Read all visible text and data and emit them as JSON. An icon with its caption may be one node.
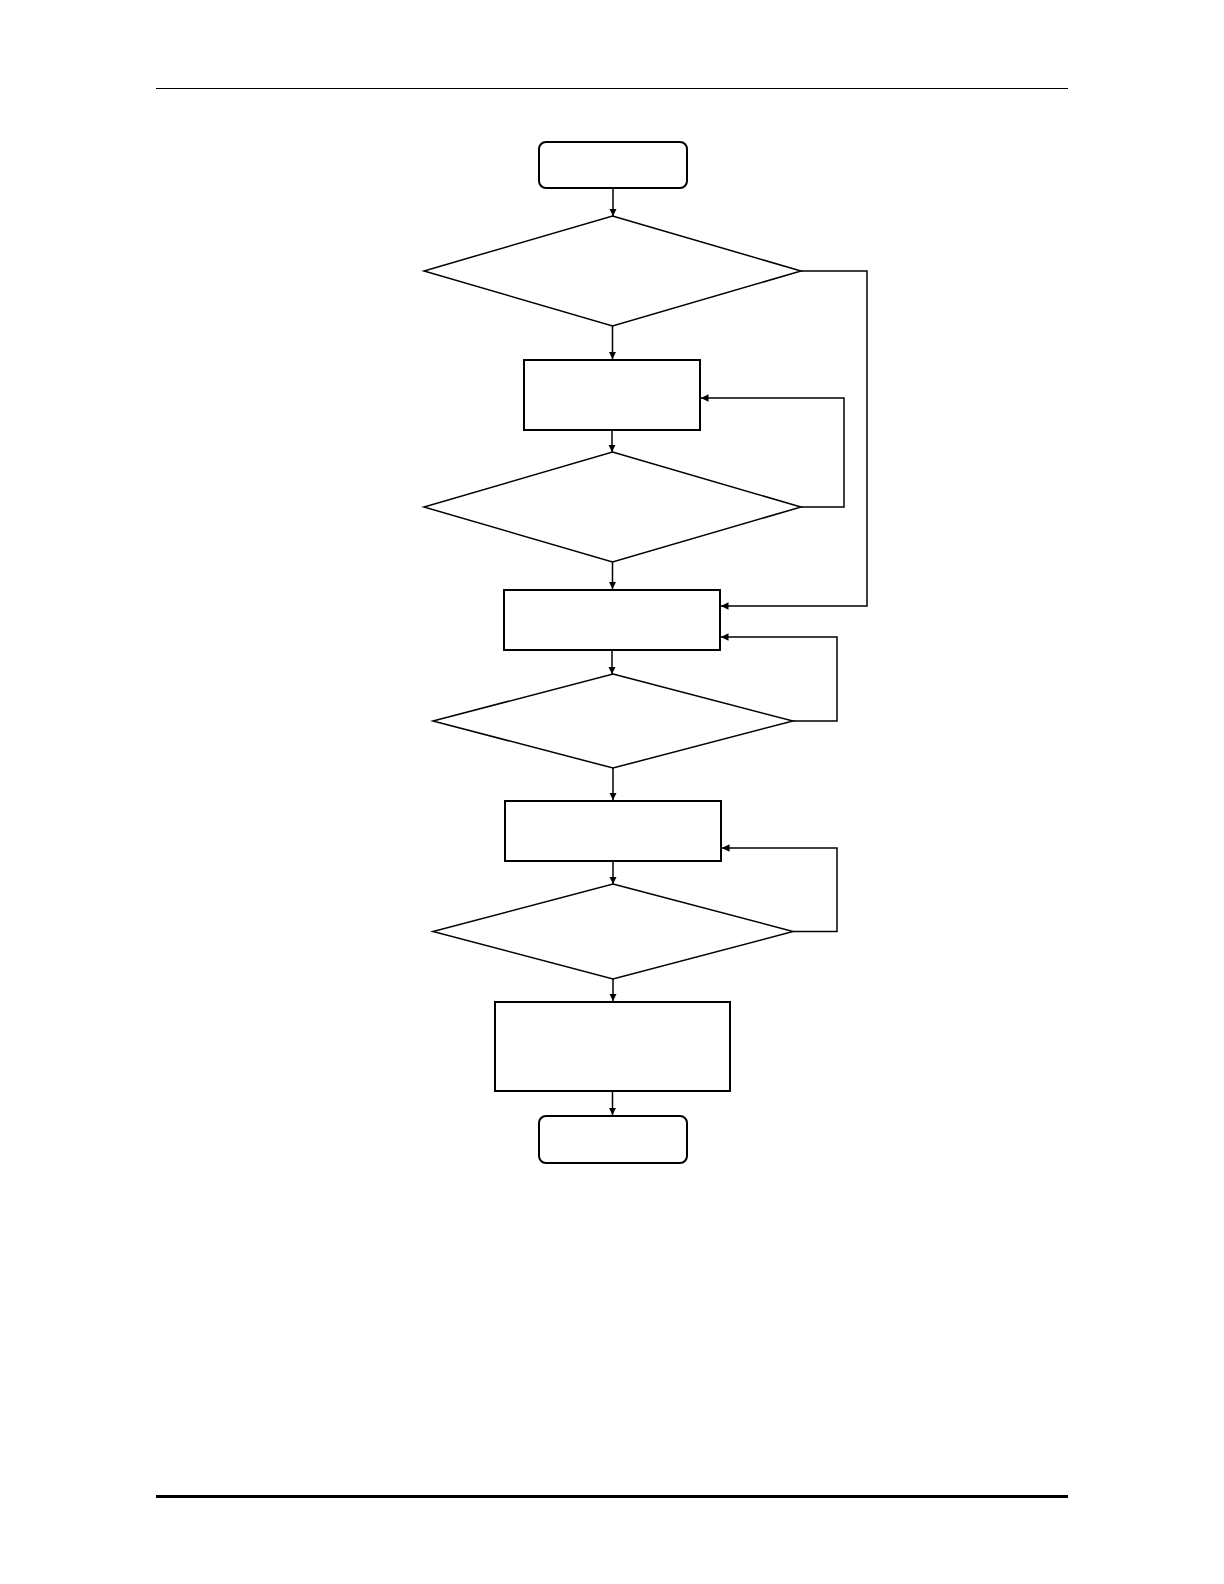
{
  "diagram": {
    "nodes": [
      {
        "text": [],
        "shape": "box"
      },
      {
        "text": [],
        "shape": "diamond"
      },
      {
        "text": [],
        "shape": "box"
      },
      {
        "text": [],
        "shape": "diamond"
      },
      {
        "text": [],
        "shape": "box"
      },
      {
        "text": [],
        "shape": "diamond"
      },
      {
        "text": [],
        "shape": "box"
      },
      {
        "text": [],
        "shape": "diamond"
      },
      {
        "text": [],
        "shape": "box"
      },
      {
        "text": [],
        "shape": "box"
      }
    ],
    "edges": [
      {
        "from": 0,
        "to": 1,
        "arrow": "to"
      },
      {
        "from": 1,
        "to": 2,
        "arrow": "to"
      },
      {
        "from": 2,
        "to": 3,
        "arrow": "to"
      },
      {
        "from": 3,
        "to": 4,
        "arrow": "to"
      },
      {
        "from": 4,
        "to": 5,
        "arrow": "to"
      },
      {
        "from": 5,
        "to": 6,
        "arrow": "to"
      },
      {
        "from": 6,
        "to": 7,
        "arrow": "to"
      },
      {
        "from": 7,
        "to": 8,
        "arrow": "to"
      },
      {
        "from": 8,
        "to": 9,
        "arrow": "to"
      },
      {
        "from": 1,
        "to": 4,
        "arrow": "to"
      },
      {
        "from": 3,
        "to": 2,
        "arrow": "to"
      },
      {
        "from": 5,
        "to": 4,
        "arrow": "to"
      },
      {
        "from": 7,
        "to": 6,
        "arrow": "to"
      }
    ]
  }
}
